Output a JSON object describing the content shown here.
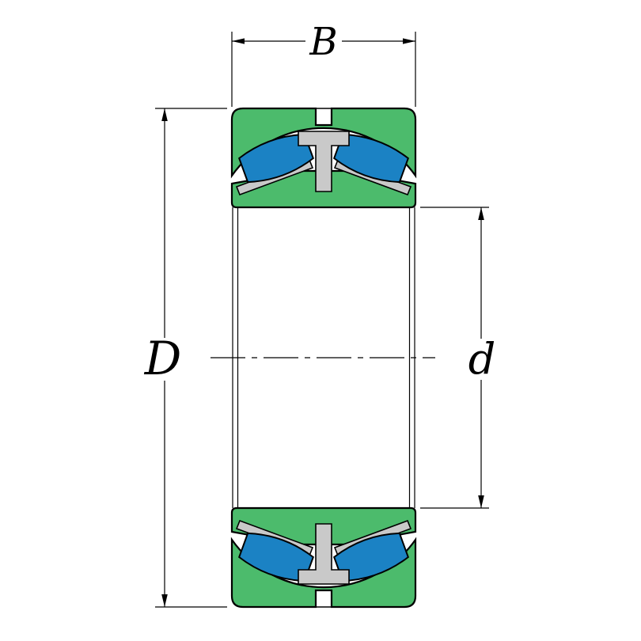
{
  "diagram": {
    "type": "bearing-cross-section",
    "description": "Spherical roller bearing cross-section drawing with boundary dimensions",
    "dimension_labels": {
      "width": "B",
      "outer_diameter": "D",
      "bore_diameter": "d"
    },
    "colors": {
      "ring_green": "#4cbb6c",
      "roller_blue": "#1b82c4",
      "cage_gray": "#c9c9c9",
      "outline": "#000000",
      "dimension_line": "#000000",
      "background": "#ffffff"
    }
  }
}
